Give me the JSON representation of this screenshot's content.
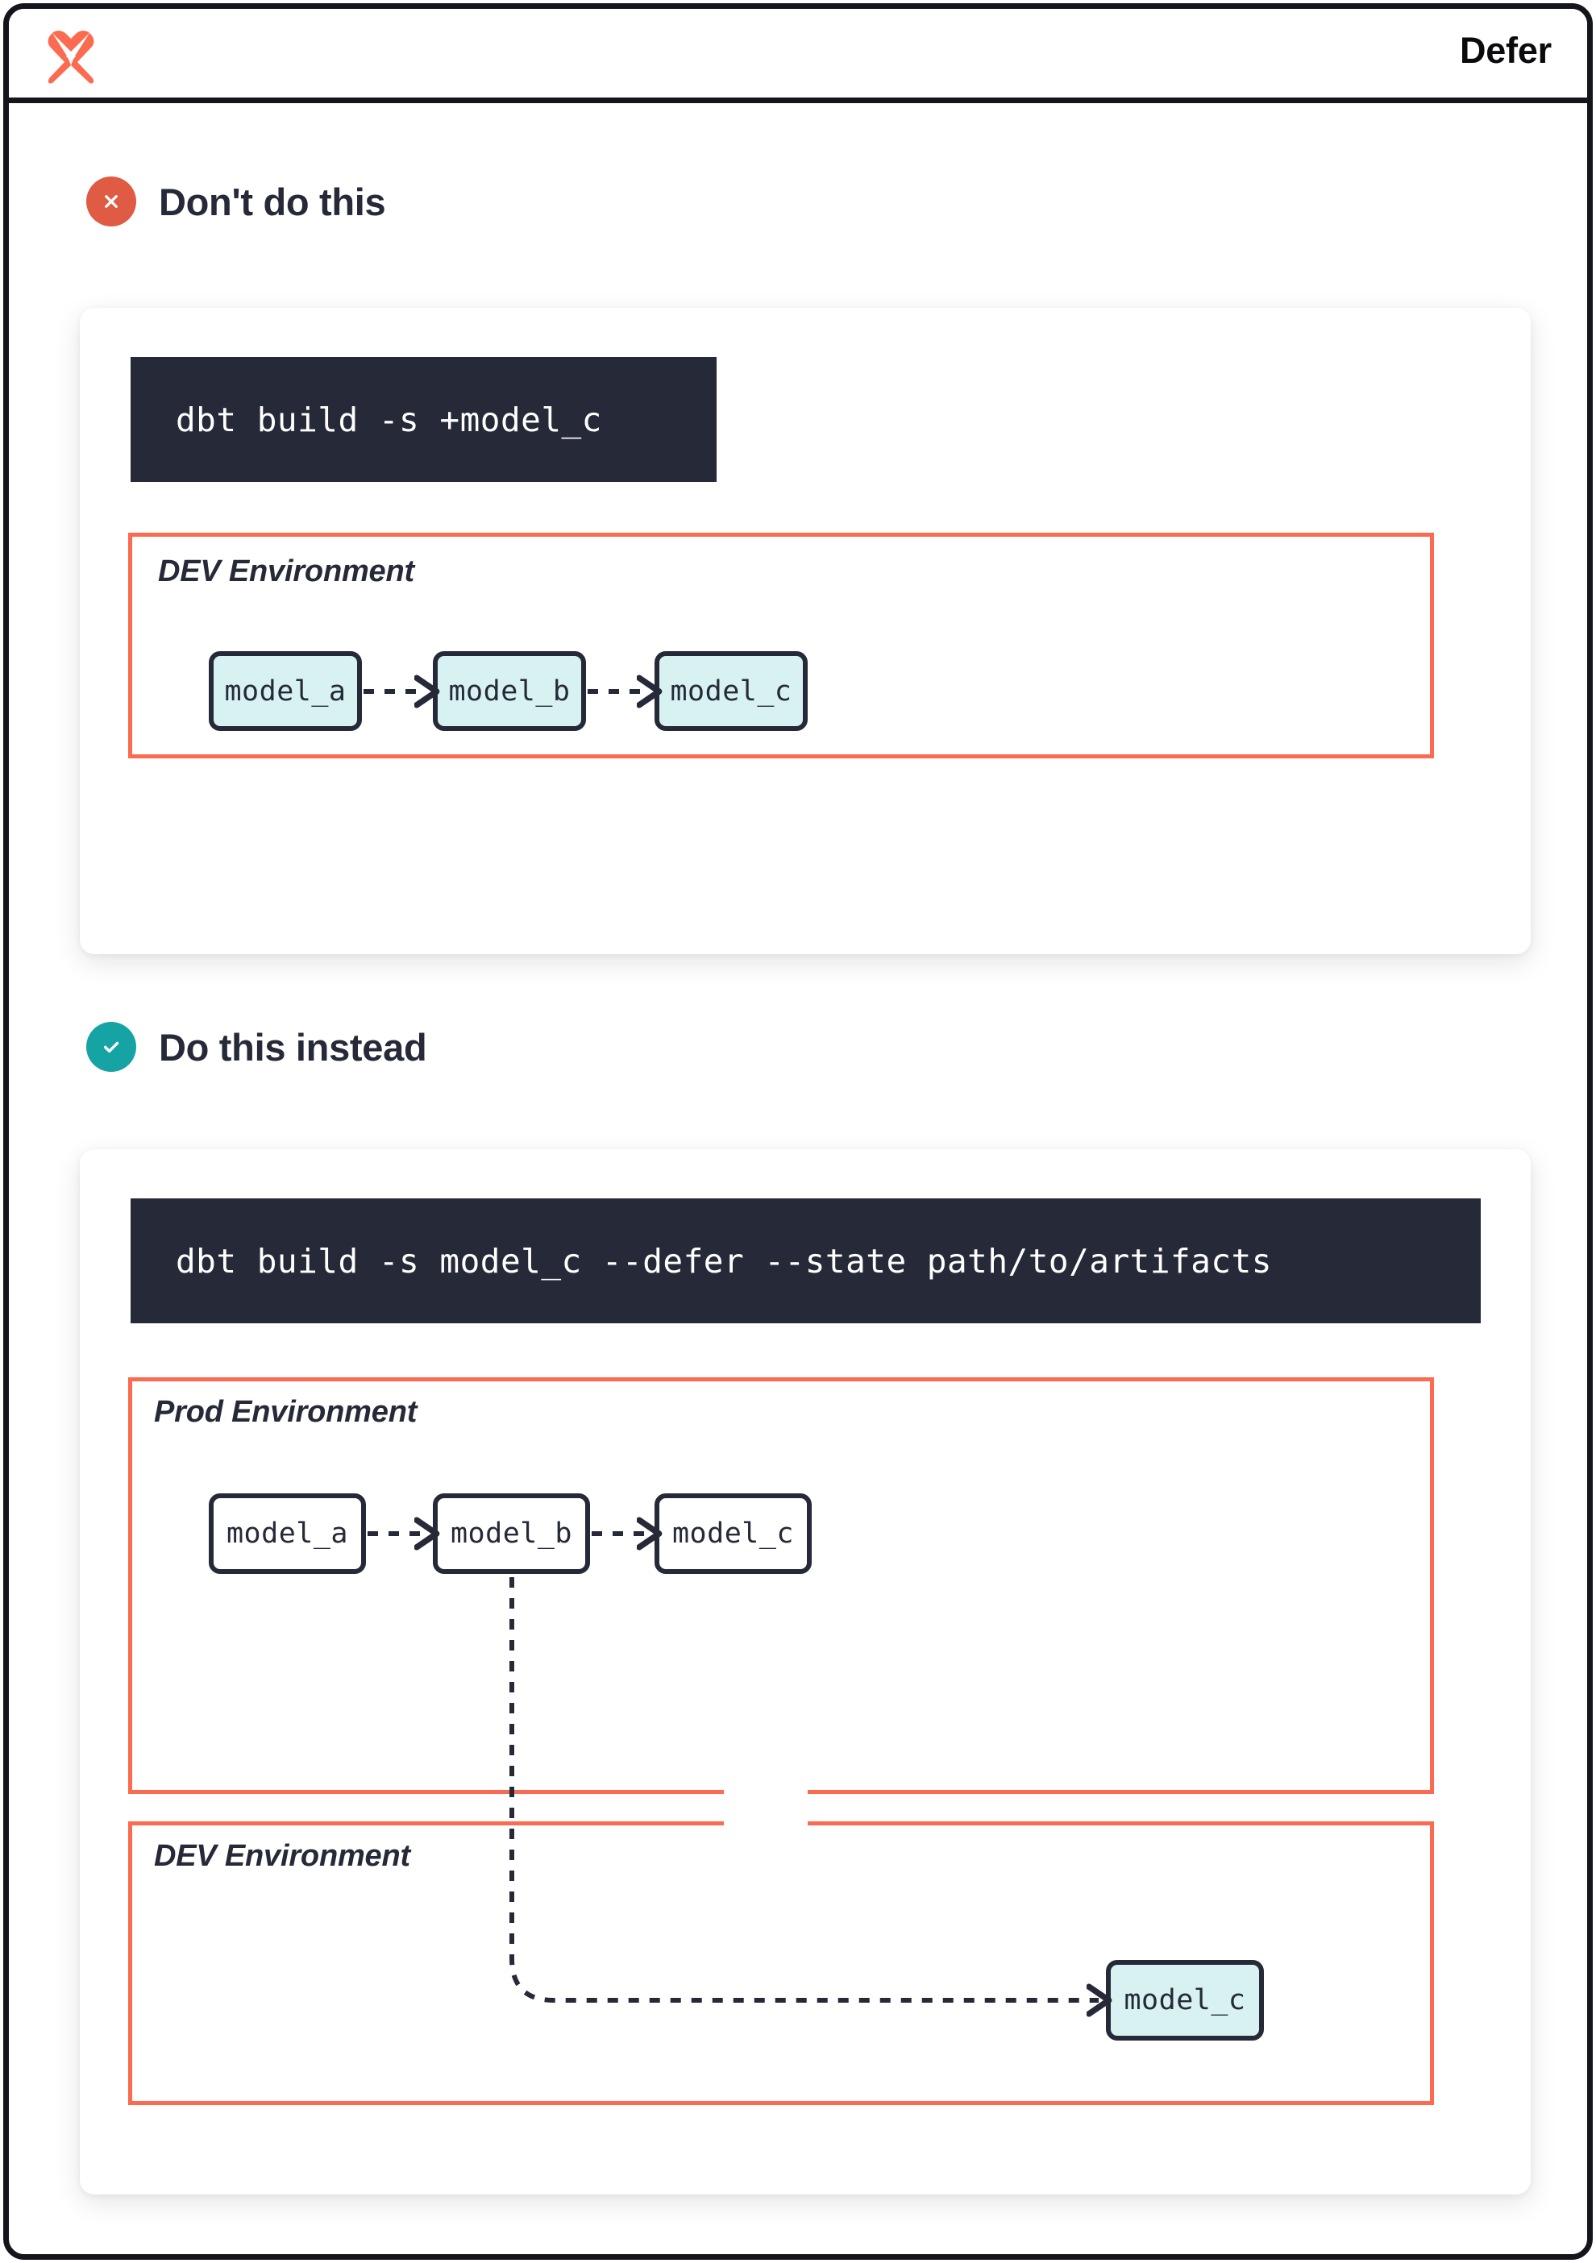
{
  "header": {
    "title": "Defer",
    "logo_icon": "dbt-logo-icon",
    "logo_color": "#fc6a4f"
  },
  "theme": {
    "frame_border": "#15161c",
    "accent_orange": "#fc6a4f",
    "bad_badge": "#e05b43",
    "good_badge": "#16a3a3",
    "node_fill_teal": "#d7f2f0",
    "node_fill_white": "#ffffff",
    "node_border": "#262a38",
    "code_bg": "#262a38",
    "code_fg": "#ffffff",
    "text_dark": "#262a38"
  },
  "sections": [
    {
      "id": "dont-do-this",
      "title": "Don't do this",
      "badge_icon": "circle-x-icon",
      "badge_kind": "bad",
      "command": "dbt build -s +model_c",
      "environments": [
        {
          "id": "dev-env-1",
          "label": "DEV Environment",
          "nodes": [
            {
              "id": "model-a",
              "label": "model_a",
              "fill": "teal"
            },
            {
              "id": "model-b",
              "label": "model_b",
              "fill": "teal"
            },
            {
              "id": "model-c",
              "label": "model_c",
              "fill": "teal"
            }
          ],
          "edges": [
            {
              "from": "model_a",
              "to": "model_b",
              "style": "dashed"
            },
            {
              "from": "model_b",
              "to": "model_c",
              "style": "dashed"
            }
          ]
        }
      ]
    },
    {
      "id": "do-this-instead",
      "title": "Do this instead",
      "badge_icon": "circle-check-icon",
      "badge_kind": "good",
      "command": "dbt build -s model_c --defer --state path/to/artifacts",
      "environments": [
        {
          "id": "prod-env",
          "label": "Prod Environment",
          "nodes": [
            {
              "id": "prod-model-a",
              "label": "model_a",
              "fill": "white"
            },
            {
              "id": "prod-model-b",
              "label": "model_b",
              "fill": "white"
            },
            {
              "id": "prod-model-c",
              "label": "model_c",
              "fill": "white"
            }
          ],
          "edges": [
            {
              "from": "model_a",
              "to": "model_b",
              "style": "dashed"
            },
            {
              "from": "model_b",
              "to": "model_c",
              "style": "dashed"
            }
          ]
        },
        {
          "id": "dev-env-2",
          "label": "DEV Environment",
          "nodes": [
            {
              "id": "dev-model-c",
              "label": "model_c",
              "fill": "teal"
            }
          ],
          "edges": []
        }
      ],
      "cross_env_edge": {
        "from": "prod.model_b",
        "to": "dev.model_c",
        "style": "dashed"
      }
    }
  ]
}
